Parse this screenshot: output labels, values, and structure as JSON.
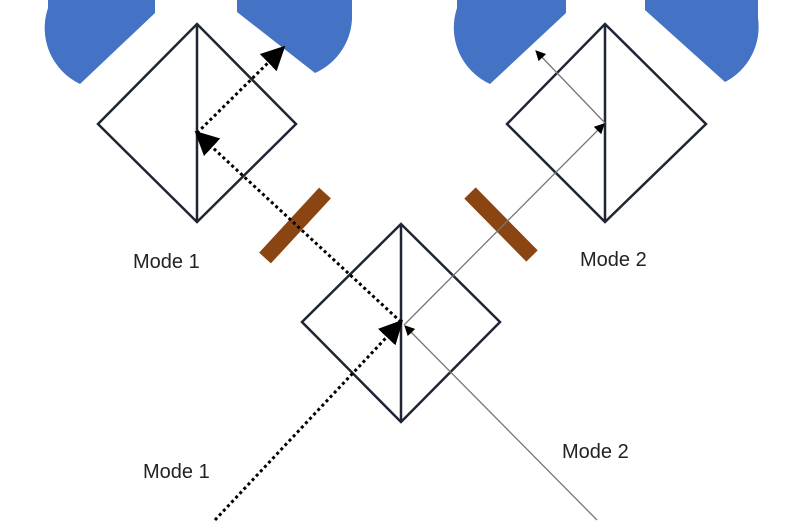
{
  "labels": {
    "upper_left": "Mode 1",
    "upper_right": "Mode 2",
    "lower_left": "Mode 1",
    "lower_right": "Mode 2"
  },
  "colors": {
    "detector": "#4472c4",
    "waveplate": "#8b4513",
    "outline": "#1f2633",
    "mode2_beam": "#777777"
  }
}
